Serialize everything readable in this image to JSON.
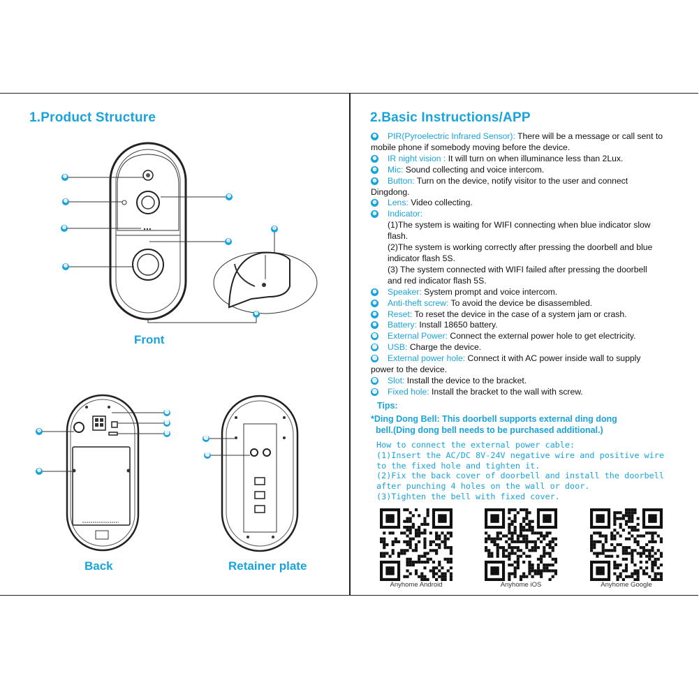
{
  "left": {
    "title": "1.Product Structure",
    "captions": {
      "front": "Front",
      "back": "Back",
      "retainer": "Retainer plate"
    },
    "callouts": [
      "❶",
      "❷",
      "❸",
      "❹",
      "❺",
      "❻",
      "❼",
      "❽",
      "❾",
      "❿",
      "⓫",
      "⓬",
      "⓭",
      "⓮",
      "⓯"
    ]
  },
  "right": {
    "title": "2.Basic Instructions/APP",
    "items": [
      {
        "n": "❶",
        "label": "PIR(Pyroelectric Infrared Sensor):",
        "text": " There will be a message or call sent to",
        "cont": [
          "mobile phone if somebody moving before the device."
        ]
      },
      {
        "n": "❷",
        "label": " IR night vision :",
        "text": " It will turn on when illuminance less than 2Lux.",
        "cont": []
      },
      {
        "n": "❸",
        "label": "Mic:",
        "text": " Sound collecting and voice intercom.",
        "cont": []
      },
      {
        "n": "❹",
        "label": "Button:",
        "text": " Turn on the device, notify visitor to the user and connect",
        "cont": [
          "Dingdong."
        ]
      },
      {
        "n": "❺",
        "label": "Lens:",
        "text": " Video collecting.",
        "cont": []
      },
      {
        "n": "❻",
        "label": "Indicator:",
        "text": "",
        "cont": []
      },
      {
        "n": "",
        "label": "",
        "text": "",
        "sub": [
          "(1)The system is waiting for WIFI connecting when blue indicator slow",
          "flash.",
          "(2)The system is working correctly after pressing the doorbell and blue",
          "indicator flash 5S.",
          "(3) The system connected with WIFI failed after pressing the doorbell",
          "and red indicator flash 5S."
        ]
      },
      {
        "n": "❼",
        "label": "Speaker:",
        "text": " System prompt and voice intercom.",
        "cont": []
      },
      {
        "n": "❽",
        "label": "Anti-theft screw:",
        "text": " To avoid the device be disassembled.",
        "cont": []
      },
      {
        "n": "❾",
        "label": "Reset:",
        "text": " To reset the device in the case of a system jam or crash.",
        "cont": []
      },
      {
        "n": "❿",
        "label": "Battery:",
        "text": " Install 18650 battery.",
        "cont": []
      },
      {
        "n": "⓫",
        "label": "External Power:",
        "text": " Connect the external power hole to get electricity.",
        "cont": []
      },
      {
        "n": "⓬",
        "label": "USB:",
        "text": " Charge the device.",
        "cont": []
      },
      {
        "n": "⓭",
        "label": "External power hole:",
        "text": " Connect it with AC power inside wall to supply",
        "cont": [
          "power to the device."
        ]
      },
      {
        "n": "⓮",
        "label": "Slot:",
        "text": " Install the device to the bracket.",
        "cont": []
      },
      {
        "n": "⓯",
        "label": "Fixed hole:",
        "text": " Install the bracket to the wall with screw.",
        "cont": []
      }
    ],
    "tips_title": "Tips:",
    "ding_lines": [
      "*Ding Dong Bell: This doorbell supports external ding dong",
      "  bell.(Ding dong bell needs to be purchased additional.)"
    ],
    "how_lines": [
      "How to connect the external power cable:",
      "(1)Insert the AC/DC 8V-24V negative wire and positive wire",
      "to the fixed hole and tighten it.",
      "(2)Fix the back cover of doorbell and install the doorbell",
      "after punching 4 holes on the wall or door.",
      "(3)Tighten the bell with fixed cover."
    ],
    "qr_labels": [
      "Anyhome Android",
      "Anyhome iOS",
      "Anyhome Google"
    ]
  }
}
